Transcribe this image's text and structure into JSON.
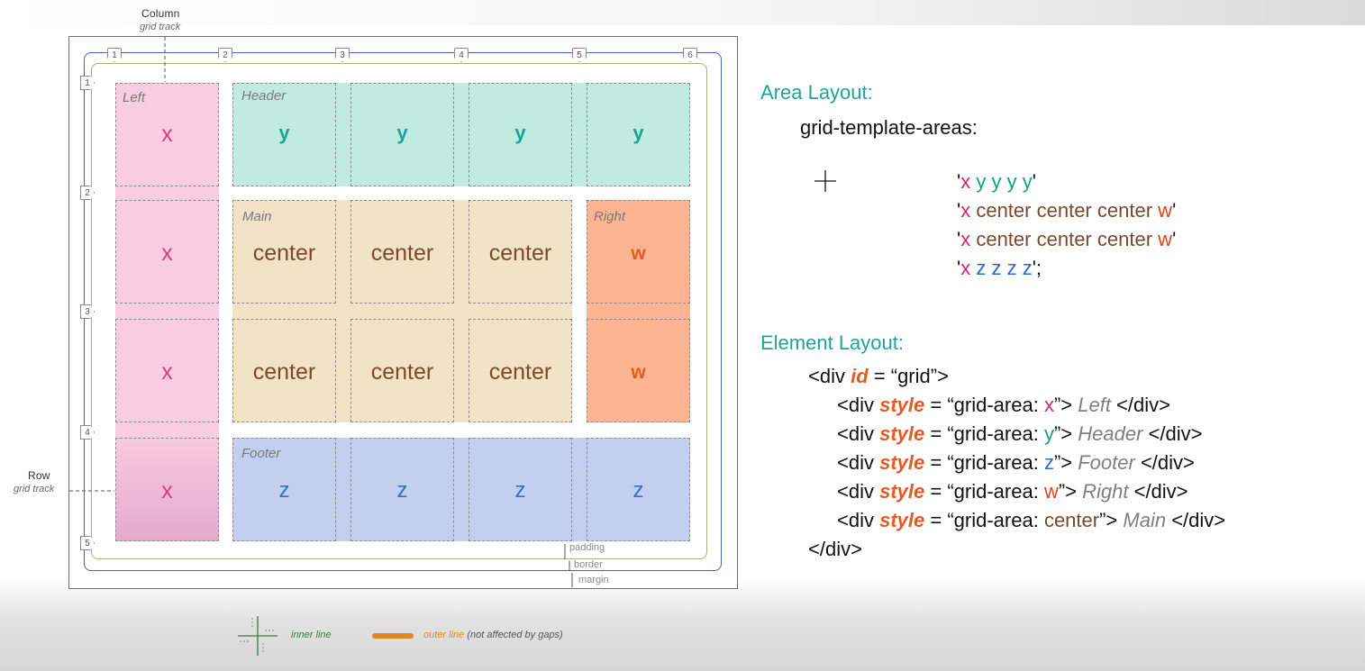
{
  "column_track": {
    "title": "Column",
    "subtitle": "grid track"
  },
  "row_track": {
    "title": "Row",
    "subtitle": "grid track"
  },
  "column_lines": [
    "1",
    "2",
    "3",
    "4",
    "5",
    "6"
  ],
  "row_lines": [
    "1",
    "2",
    "3",
    "4",
    "5"
  ],
  "area_labels": {
    "left": "Left",
    "header": "Header",
    "main": "Main",
    "right": "Right",
    "footer": "Footer"
  },
  "cells": {
    "x": "x",
    "y": "y",
    "center": "center",
    "w": "w",
    "z": "z"
  },
  "box_labels": {
    "padding": "padding",
    "border": "border",
    "margin": "margin"
  },
  "legend": {
    "inner": "inner line",
    "outer": "outer line",
    "outer_note": "(not affected by gaps)"
  },
  "area_layout": {
    "heading": "Area Layout:",
    "property": "grid-template-areas:",
    "rows": [
      [
        "x",
        "y",
        "y",
        "y",
        "y"
      ],
      [
        "x",
        "center",
        "center",
        "center",
        "w"
      ],
      [
        "x",
        "center",
        "center",
        "center",
        "w"
      ],
      [
        "x",
        "z",
        "z",
        "z",
        "z"
      ]
    ]
  },
  "element_layout": {
    "heading": "Element Layout:",
    "open_tag": "<div",
    "id_attr": "id",
    "id_value": " = “grid”>",
    "div_open": "<div",
    "style_attr": "style",
    "eq_open": " = “grid-area: ",
    "close_quote": "”> ",
    "end_tag": " </div>",
    "children": [
      {
        "area": "x",
        "name": "Left"
      },
      {
        "area": "y",
        "name": "Header"
      },
      {
        "area": "z",
        "name": "Footer"
      },
      {
        "area": "w",
        "name": "Right"
      },
      {
        "area": "center",
        "name": "Main"
      }
    ],
    "close": "</div>"
  },
  "colors": {
    "x": "#d6256e",
    "y": "#12a08a",
    "center": "#7a4a2c",
    "w": "#e4421a",
    "z": "#2f68c9",
    "heading": "#1fa39a",
    "attr": "#e85a24"
  }
}
